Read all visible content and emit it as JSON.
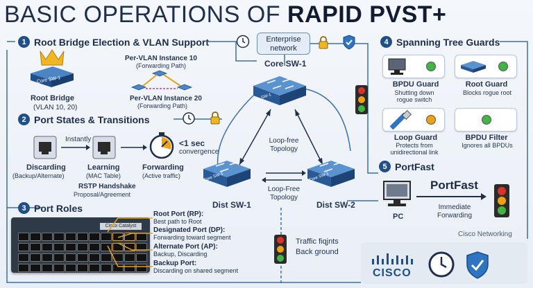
{
  "title": {
    "light": "BASIC OPERATIONS OF ",
    "bold": "RAPID PVST+"
  },
  "sections": {
    "root": {
      "num": "1",
      "title": "Root Bridge Election & VLAN Support",
      "device_label": "Core SW-1",
      "bridge_label": "Root Bridge",
      "bridge_sub": "(VLAN 10, 20)",
      "pvi10_title": "Per-VLAN Instance 10",
      "pvi10_sub": "(Forwarding Path)",
      "pvi20_title": "Per-VLAN Instance 20",
      "pvi20_sub": "(Forwarding Path)"
    },
    "states": {
      "num": "2",
      "title": "Port States & Transitions",
      "instantly": "Instantly",
      "discarding": "Discarding",
      "discarding_sub": "(Backup/Alternate)",
      "learning": "Learning",
      "learning_sub": "(MAC Table)",
      "forwarding": "Forwarding",
      "forwarding_sub": "(Active traffic)",
      "timer_value": "<1 sec",
      "timer_sub": "convergence",
      "handshake_title": "RSTP Handshake",
      "handshake_sub": "Proposal/Agreement"
    },
    "roles": {
      "num": "3",
      "title": "Port Roles",
      "switch_label": "Cisco Catalyst",
      "items": [
        {
          "name": "Root Port (RP):",
          "desc": "Best path to Root"
        },
        {
          "name": "Designated Port (DP):",
          "desc": "Forwarding toward segment"
        },
        {
          "name": "Alternate Port (AP):",
          "desc": "Backup, Discarding"
        },
        {
          "name": "Backup Port:",
          "desc": "Discarding on shared segment"
        }
      ]
    },
    "guards": {
      "num": "4",
      "title": "Spanning Tree Guards",
      "items": [
        {
          "name": "BPDU Guard",
          "desc": "Shutting down rogue switch",
          "color": "#44b347"
        },
        {
          "name": "Root Guard",
          "desc": "Blocks rogue root",
          "color": "#44b347"
        },
        {
          "name": "Loop Guard",
          "desc": "Protects from unidirectional link",
          "color": "#e8a317"
        },
        {
          "name": "BPDU Filter",
          "desc": "Ignores all BPDUs",
          "color": "#44b347"
        }
      ]
    },
    "portfast": {
      "num": "5",
      "title": "PortFast",
      "heading": "PortFast",
      "pc": "PC",
      "desc": "Immediate Forwarding",
      "footer": "Cisco Networking"
    }
  },
  "topology": {
    "enterprise": "Enterprise network",
    "core_label": "Core SW-1",
    "core_device": "Core SW-1",
    "dist1_label": "Dist SW-1",
    "dist2_label": "Dist SW-2",
    "dist_device": "Core SW-1",
    "loop_free_1": "Loop-free Topology",
    "loop_free_2": "Loop-Free Topology",
    "traffic_1": "Traffic fiqjnts",
    "traffic_2": "Back ground"
  },
  "footer": {
    "brand": "CISCO"
  },
  "colors": {
    "accent": "#1f4f86",
    "device_blue": "#2f67a8",
    "green": "#44b347",
    "amber": "#e8a317",
    "red": "#d8342a"
  }
}
